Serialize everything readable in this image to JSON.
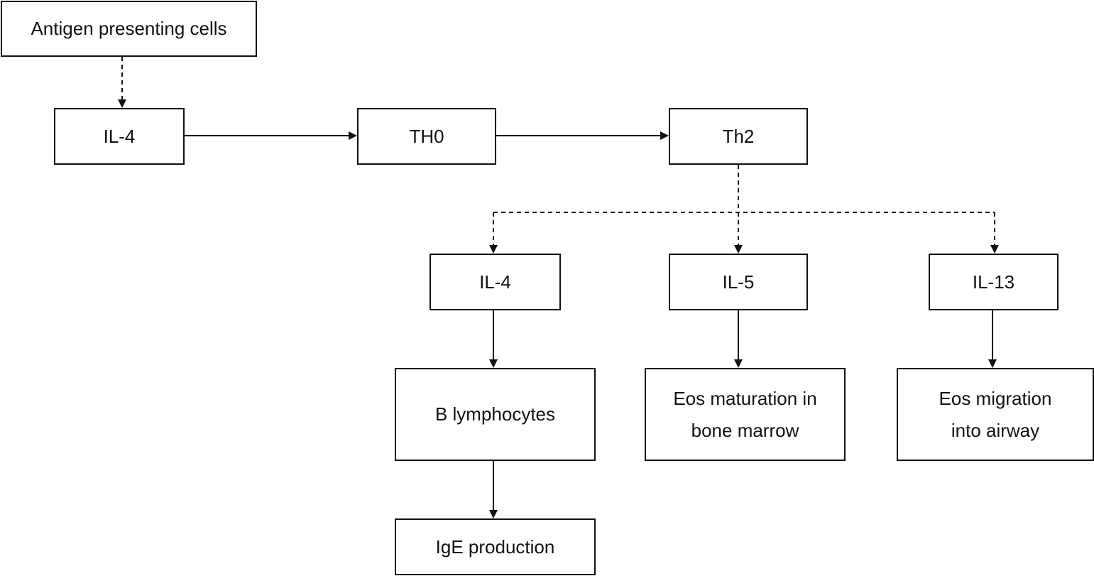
{
  "diagram": {
    "nodes": {
      "apc": "Antigen presenting cells",
      "il4_top": "IL-4",
      "th0": "TH0",
      "th2": "Th2",
      "il4": "IL-4",
      "il5": "IL-5",
      "il13": "IL-13",
      "b_lymphocytes": "B lymphocytes",
      "eos_maturation": [
        "Eos maturation in",
        "bone marrow"
      ],
      "eos_migration": [
        "Eos migration",
        "into airway"
      ],
      "ige": "IgE production"
    }
  }
}
